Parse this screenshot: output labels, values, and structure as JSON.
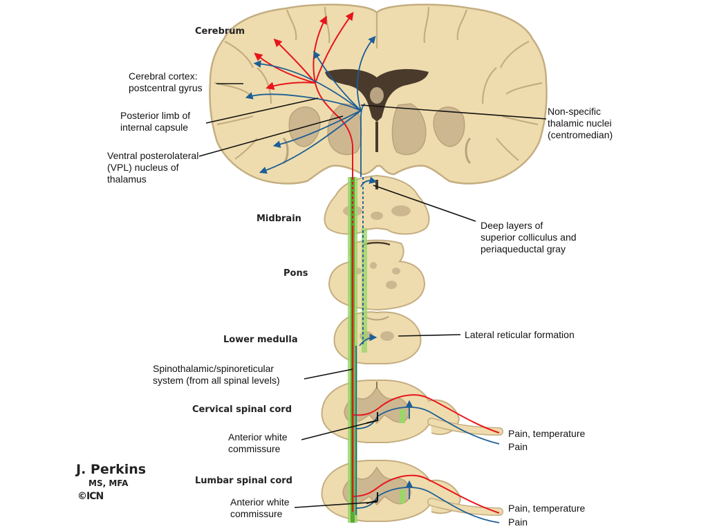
{
  "diagram": {
    "sections": {
      "cerebrum": "Cerebrum",
      "midbrain": "Midbrain",
      "pons": "Pons",
      "lower_medulla": "Lower medulla",
      "cervical": "Cervical spinal cord",
      "lumbar": "Lumbar spinal cord"
    },
    "labels": {
      "cortex": "Cerebral cortex:\npostcentral gyrus",
      "internal_capsule": "Posterior limb of\ninternal capsule",
      "vpl": "Ventral posterolateral\n(VPL) nucleus of\nthalamus",
      "nonspecific": "Non-specific\nthalamic nuclei\n(centromedian)",
      "deep_layers": "Deep layers of\nsuperior colliculus and\nperiaqueductal gray",
      "reticular": "Lateral reticular formation",
      "spinothalamic": "Spinothalamic/spinoreticular\nsystem (from all spinal levels)",
      "awc_cervical": "Anterior white\ncommissure",
      "awc_lumbar": "Anterior white\ncommissure",
      "pain_temp_cervical": "Pain, temperature",
      "pain_cervical": "Pain",
      "pain_temp_lumbar": "Pain, temperature",
      "pain_lumbar": "Pain"
    },
    "credit": {
      "name": "J. Perkins",
      "degree": "MS, MFA",
      "logo": "©ICN"
    },
    "colors": {
      "tissue": "#eedcae",
      "tissue_edge": "#c4ad80",
      "gray_matter": "#cdb791",
      "ventricle": "#4a3a2c",
      "pain_temp_fiber": "#e8141c",
      "pain_fiber": "#1c5e96",
      "tract": "#7ec850"
    }
  }
}
